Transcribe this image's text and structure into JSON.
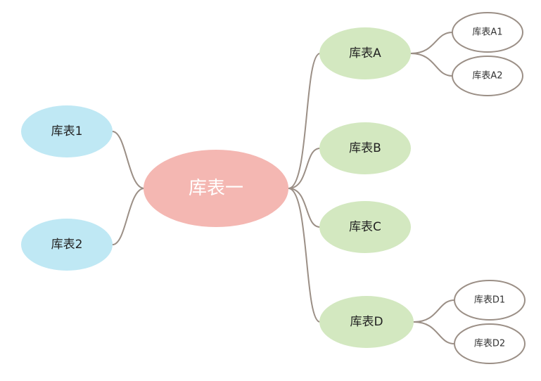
{
  "colors": {
    "root_fill": "#f4b7b2",
    "left_fill": "#bfe8f4",
    "right_fill": "#d3e8c0",
    "leaf_fill": "#ffffff",
    "leaf_stroke": "#9b8f86",
    "edge": "#9b8f86"
  },
  "mindmap": {
    "root": {
      "label": "库表一"
    },
    "left": [
      {
        "label": "库表1"
      },
      {
        "label": "库表2"
      }
    ],
    "right": [
      {
        "label": "库表A",
        "children": [
          {
            "label": "库表A1"
          },
          {
            "label": "库表A2"
          }
        ]
      },
      {
        "label": "库表B",
        "children": []
      },
      {
        "label": "库表C",
        "children": []
      },
      {
        "label": "库表D",
        "children": [
          {
            "label": "库表D1"
          },
          {
            "label": "库表D2"
          }
        ]
      }
    ]
  }
}
